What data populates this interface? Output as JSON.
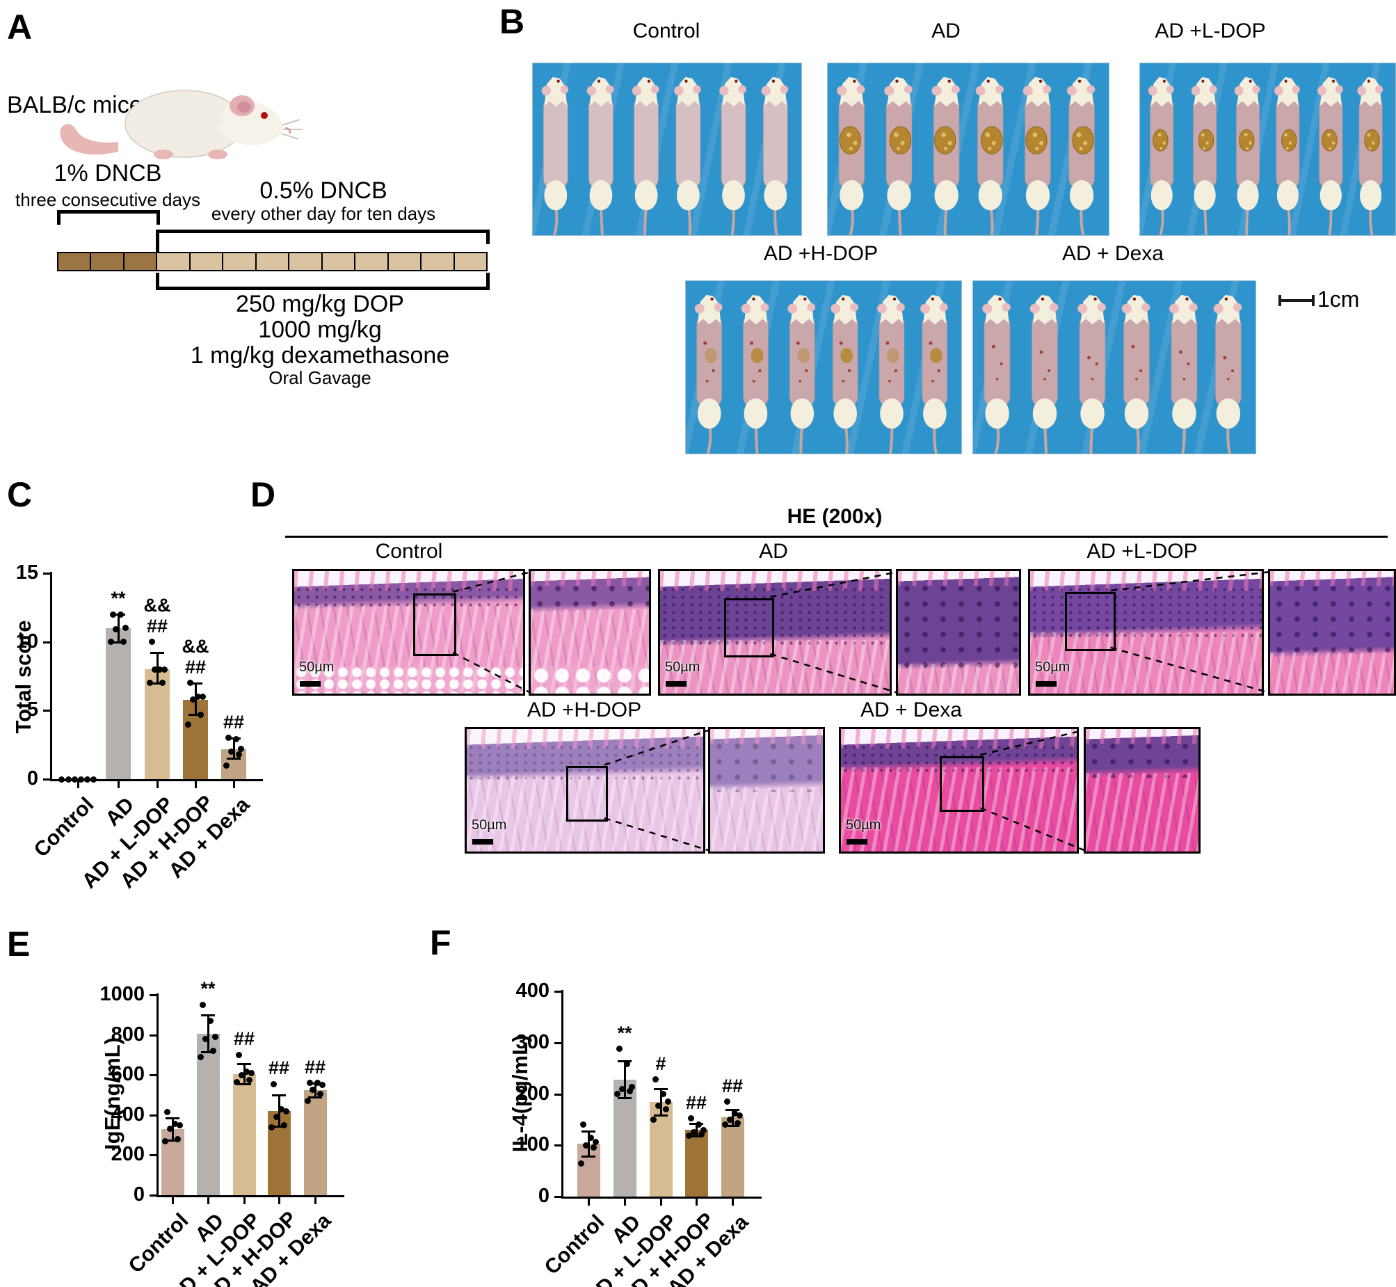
{
  "figure": {
    "panelA": {
      "label": "A",
      "mice": "BALB/c mice",
      "dncb1": "1% DNCB",
      "dncb1_sub": "three consecutive days",
      "dncb05": "0.5% DNCB",
      "dncb05_sub": "every other day for ten days",
      "doses": [
        "250 mg/kg DOP",
        "1000 mg/kg",
        "1 mg/kg dexamethasone",
        "Oral Gavage"
      ],
      "timeline": {
        "dark_cells": 3,
        "light_cells": 10,
        "dark_color": "#9b7544",
        "light_color": "#dac3a0"
      }
    },
    "panelB": {
      "label": "B",
      "scale": "1cm",
      "photos": [
        {
          "label": "Control",
          "style": "clean"
        },
        {
          "label": "AD",
          "style": "crust"
        },
        {
          "label": "AD +L-DOP",
          "style": "crust_light"
        },
        {
          "label": "AD +H-DOP",
          "style": "spots_crust"
        },
        {
          "label": "AD + Dexa",
          "style": "spots"
        }
      ]
    },
    "panelC": {
      "label": "C"
    },
    "panelD": {
      "label": "D",
      "title": "HE (200x)",
      "scale": "50µm",
      "groups": [
        {
          "label": "Control",
          "epidermis": "#8a58a4",
          "dermis": "#f09cc8",
          "ep_frac": 0.12,
          "fat": true,
          "pale": false
        },
        {
          "label": "AD",
          "epidermis": "#6d4396",
          "dermis": "#ec93c2",
          "ep_frac": 0.4,
          "fat": false,
          "pale": false
        },
        {
          "label": "AD +L-DOP",
          "epidermis": "#7448a0",
          "dermis": "#ee86bb",
          "ep_frac": 0.34,
          "fat": false,
          "pale": false
        },
        {
          "label": "AD +H-DOP",
          "epidermis": "#7e55a8",
          "dermis": "#e3b3de",
          "ep_frac": 0.22,
          "fat": false,
          "pale": true
        },
        {
          "label": "AD + Dexa",
          "epidermis": "#6f4496",
          "dermis": "#e94ba0",
          "ep_frac": 0.15,
          "fat": false,
          "pale": false
        }
      ]
    },
    "panelE": {
      "label": "E"
    },
    "panelF": {
      "label": "F"
    }
  },
  "colors": {
    "photo_bg": "#1f8bc8",
    "mouse_skin": "#d6bfc2",
    "mouse_skin_ad": "#c9a7ab",
    "mouse_fur": "#f4efdd",
    "lesion_crust": "#b5862f",
    "lesion_crust_light": "#dcc06a",
    "lesion_spot": "#a33d2f",
    "bar_control": "#c7a89a",
    "bar_ad": "#b5b1ae",
    "bar_ldop": "#d6bc92",
    "bar_hdop": "#9f7439",
    "bar_dexa": "#c2a384"
  },
  "chart_data": [
    {
      "panel": "C",
      "type": "bar",
      "title": "",
      "xlabel": "",
      "ylabel": "Total score",
      "ylim": [
        0,
        15
      ],
      "yticks": [
        0,
        5,
        10,
        15
      ],
      "grid": false,
      "legend": "none",
      "categories": [
        "Control",
        "AD",
        "AD + L-DOP",
        "AD + H-DOP",
        "AD + Dexa"
      ],
      "values": [
        0,
        11,
        8,
        5.8,
        2.2
      ],
      "errors": [
        null,
        [
          10,
          12
        ],
        [
          7,
          9.2
        ],
        [
          4.7,
          7
        ],
        [
          1.5,
          3
        ]
      ],
      "dots": [
        [
          0,
          0,
          0,
          0,
          0,
          0
        ],
        [
          10,
          10,
          10.9,
          11,
          12,
          12
        ],
        [
          7,
          7,
          8,
          8,
          8,
          10
        ],
        [
          4,
          4.7,
          5.8,
          6,
          6,
          7
        ],
        [
          1,
          1.8,
          2,
          2.2,
          2.9,
          3
        ]
      ],
      "annotations": [
        [],
        [
          "**"
        ],
        [
          "&&",
          "##"
        ],
        [
          "&&",
          "##"
        ],
        [
          "##"
        ]
      ],
      "bar_colors": [
        "#c7a89a",
        "#b5b1ae",
        "#d6bc92",
        "#9f7439",
        "#c2a384"
      ]
    },
    {
      "panel": "E",
      "type": "bar",
      "title": "",
      "xlabel": "",
      "ylabel": "IgE(ng/mL)",
      "ylim": [
        0,
        1000
      ],
      "yticks": [
        0,
        200,
        400,
        600,
        800,
        1000
      ],
      "grid": false,
      "legend": "none",
      "categories": [
        "Control",
        "AD",
        "AD + L-DOP",
        "AD + H-DOP",
        "AD + Dexa"
      ],
      "values": [
        330,
        805,
        605,
        420,
        525
      ],
      "errors": [
        [
          275,
          385
        ],
        [
          715,
          900
        ],
        [
          555,
          655
        ],
        [
          345,
          500
        ],
        [
          490,
          560
        ]
      ],
      "dots": [
        [
          270,
          280,
          330,
          350,
          355,
          415
        ],
        [
          690,
          720,
          780,
          790,
          870,
          950
        ],
        [
          565,
          575,
          600,
          610,
          615,
          700
        ],
        [
          340,
          350,
          390,
          420,
          430,
          555
        ],
        [
          470,
          505,
          525,
          550,
          560,
          560
        ]
      ],
      "annotations": [
        [],
        [
          "**"
        ],
        [
          "##"
        ],
        [
          "##"
        ],
        [
          "##"
        ]
      ],
      "bar_colors": [
        "#c7a89a",
        "#b5b1ae",
        "#d6bc92",
        "#9f7439",
        "#c2a384"
      ]
    },
    {
      "panel": "F",
      "type": "bar",
      "title": "",
      "xlabel": "",
      "ylabel": "IL-4(pg/mL)",
      "ylim": [
        0,
        400
      ],
      "yticks": [
        0,
        100,
        200,
        300,
        400
      ],
      "grid": false,
      "legend": "none",
      "categories": [
        "Control",
        "AD",
        "AD + L-DOP",
        "AD + H-DOP",
        "AD + Dexa"
      ],
      "values": [
        103,
        228,
        185,
        130,
        154
      ],
      "errors": [
        [
          78,
          128
        ],
        [
          192,
          265
        ],
        [
          158,
          210
        ],
        [
          118,
          143
        ],
        [
          138,
          170
        ]
      ],
      "dots": [
        [
          65,
          95,
          100,
          107,
          115,
          140
        ],
        [
          200,
          205,
          210,
          213,
          258,
          288
        ],
        [
          150,
          170,
          177,
          185,
          200,
          228
        ],
        [
          118,
          122,
          126,
          130,
          140,
          152
        ],
        [
          140,
          143,
          150,
          158,
          162,
          185
        ]
      ],
      "annotations": [
        [],
        [
          "**"
        ],
        [
          "#"
        ],
        [
          "##"
        ],
        [
          "##"
        ]
      ],
      "bar_colors": [
        "#c7a89a",
        "#b5b1ae",
        "#d6bc92",
        "#9f7439",
        "#c2a384"
      ]
    }
  ]
}
